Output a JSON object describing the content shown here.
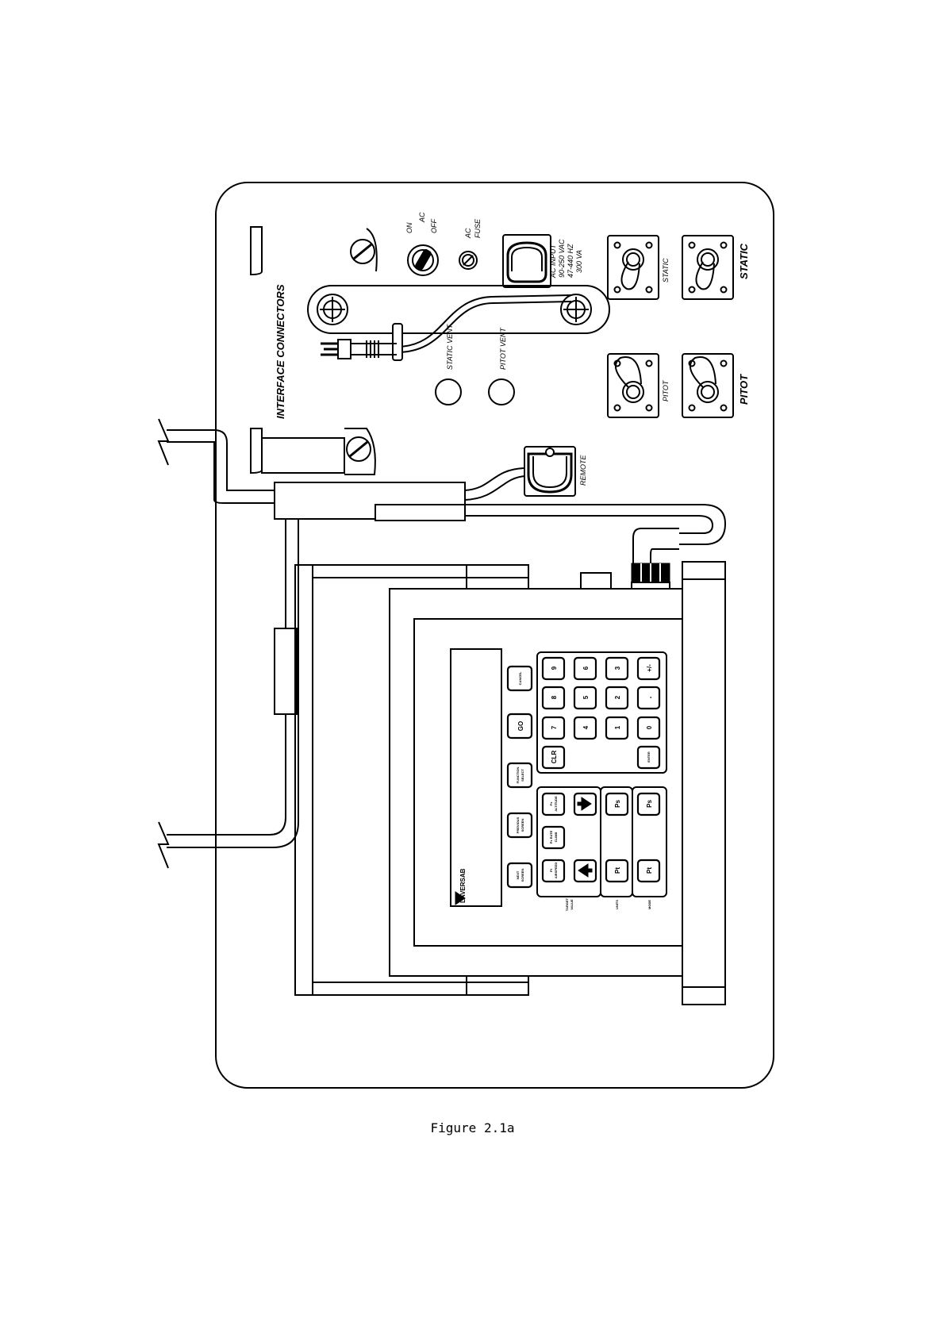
{
  "caption": "Figure 2.1a",
  "panel": {
    "interface_connectors": "INTERFACE  CONNECTORS",
    "switch_on": "ON",
    "switch_ac": "AC",
    "switch_off": "OFF",
    "fuse_ac": "AC",
    "fuse_label": "FUSE",
    "ac_input": [
      "AC INPUT",
      "90-250 VAC",
      "47-440 HZ",
      "300 VA"
    ],
    "static_vent": "STATIC VENT",
    "pitot_vent": "PITOT VENT",
    "static_small": "STATIC",
    "static_big": "STATIC",
    "pitot_small": "PITOT",
    "pitot_big": "PITOT",
    "remote": "REMOTE"
  },
  "controller": {
    "brand": "LAVERSAB",
    "keys": {
      "cancel": "CANCEL",
      "go": "GO",
      "function_select": [
        "FUNCTION",
        "SELECT"
      ],
      "previous_screen": [
        "PREVIOUS",
        "SCREEN"
      ],
      "next_screen": [
        "NEXT",
        "SCREEN"
      ],
      "altitude": [
        "Ps",
        "ALTITUDE"
      ],
      "climb": [
        "Ps RATE",
        "CLIMB"
      ],
      "airspeed": [
        "Pt",
        "AIRSPEED"
      ],
      "clr": "CLR",
      "enter": "ENTER",
      "plus_minus": "+/-",
      "dot": ".",
      "digits": [
        "9",
        "8",
        "7",
        "6",
        "5",
        "4",
        "3",
        "2",
        "1",
        "0"
      ],
      "ps_units": "Ps",
      "pt_units": "Pt",
      "ps_mode": "Ps",
      "pt_mode": "Pt"
    },
    "group_labels": {
      "target": [
        "TARGET",
        "VALUE"
      ],
      "units": "UNITS",
      "mode": "MODE"
    }
  }
}
